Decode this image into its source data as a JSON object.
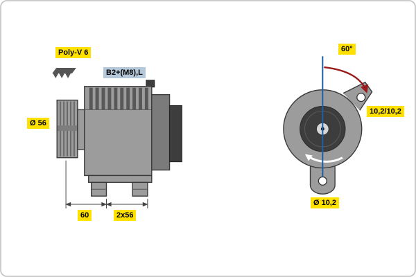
{
  "page": {
    "background": "#ffffff",
    "border_color": "#cccccc"
  },
  "colors": {
    "highlight_yellow": "#ffe100",
    "label_blue": "#b4c8da",
    "line_blue": "#1c5fa8",
    "arrow_red": "#991b1b",
    "metal_gray": "#9c9c9c",
    "metal_dark": "#3d3d3d",
    "outline": "#3a3a3a",
    "dim_line": "#444444"
  },
  "side_view": {
    "belt_type": "Poly-V 6",
    "terminal": "B2+(M8),L",
    "pulley_diameter": "Ø 56",
    "dimension_a": "60",
    "dimension_b": "2x56"
  },
  "front_view": {
    "mounting_angle": "60°",
    "hole_spacing": "10,2/10,2",
    "hole_diameter": "Ø 10,2"
  },
  "icons": {
    "poly_v_belt_icon": "ribbed-belt-profile",
    "rotation_arrow_icon": "counterclockwise-arrow",
    "angle_arc_arrow": "arc-arrow"
  }
}
